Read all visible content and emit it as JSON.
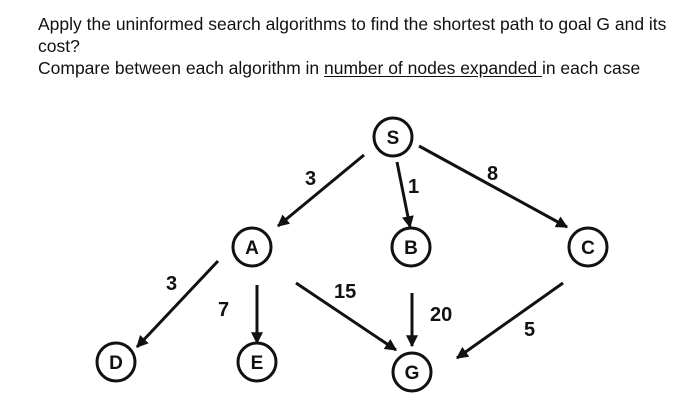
{
  "question": {
    "line1": "Apply the uninformed search algorithms to find the shortest path to goal G and its cost?",
    "line2_prefix": "Compare between each algorithm in ",
    "line2_underlined": "number of nodes expanded ",
    "line2_suffix": "in each case"
  },
  "graph": {
    "nodes": [
      {
        "id": "S",
        "label": "S"
      },
      {
        "id": "A",
        "label": "A"
      },
      {
        "id": "B",
        "label": "B"
      },
      {
        "id": "C",
        "label": "C"
      },
      {
        "id": "D",
        "label": "D"
      },
      {
        "id": "E",
        "label": "E"
      },
      {
        "id": "G",
        "label": "G"
      }
    ],
    "edges": [
      {
        "from": "S",
        "to": "A",
        "weight": "3"
      },
      {
        "from": "S",
        "to": "B",
        "weight": "1"
      },
      {
        "from": "S",
        "to": "C",
        "weight": "8"
      },
      {
        "from": "A",
        "to": "D",
        "weight": "3"
      },
      {
        "from": "A",
        "to": "E",
        "weight": "7"
      },
      {
        "from": "A",
        "to": "G",
        "weight": "15"
      },
      {
        "from": "B",
        "to": "G",
        "weight": "20"
      },
      {
        "from": "C",
        "to": "G",
        "weight": "5"
      }
    ]
  }
}
